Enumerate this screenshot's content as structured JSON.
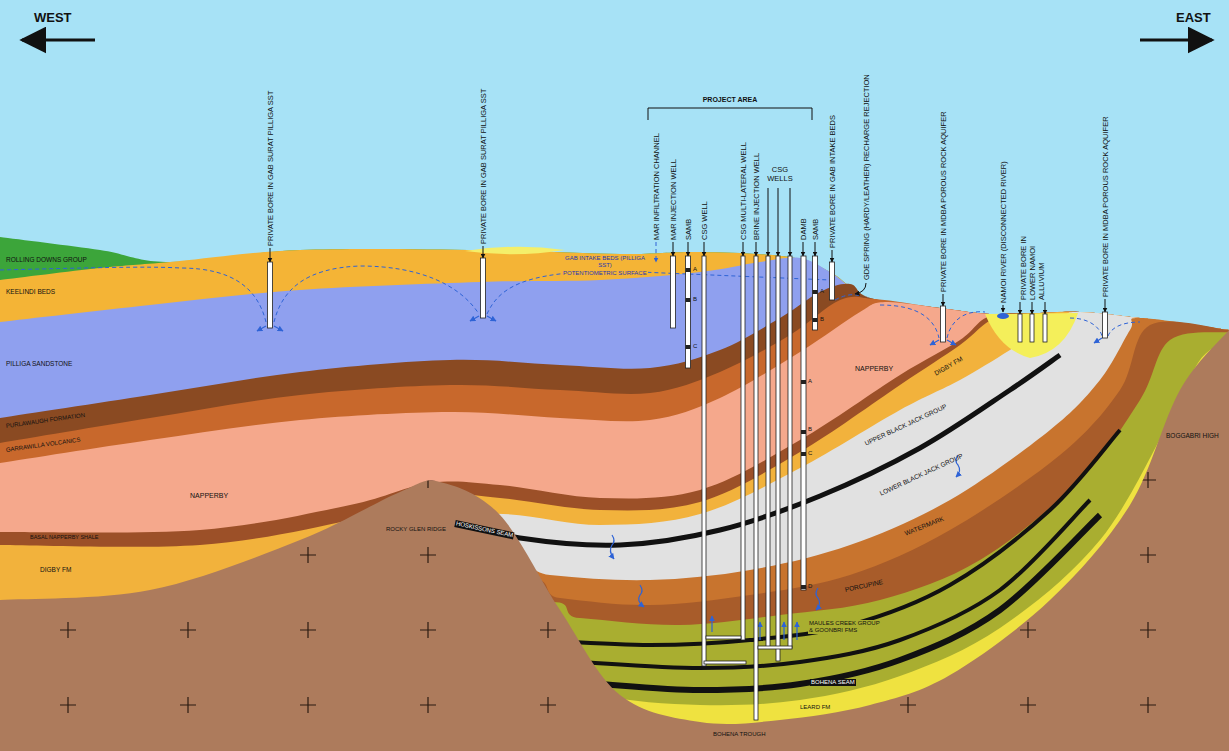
{
  "diagram": {
    "labels": [
      "WEST",
      "EAST",
      "PRIVATE BORE IN GAB SURAT PILLIGA SST",
      "PRIVATE BORE IN GAB SURAT PILLIGA SST",
      "PROJECT AREA",
      "MAR INFILTRATION CHANNEL",
      "MAR INJECTION WELL",
      "SAMB",
      "CSG WELL",
      "CSG MULTI-LATERAL WELL",
      "BRINE INJECTION WELL",
      "CSG WELLS",
      "DAMB",
      "SAMB",
      "PRIVATE BORE IN GAB INTAKE BEDS",
      "GDE SPRING (HARDY/LEATHER) RECHARGE REJECTION",
      "PRIVATE BORE IN MDBA POROUS ROCK AQUIFER",
      "NAMOI RIVER (DISCONNECTED RIVER)",
      "PRIVATE BORE IN LOWER NAMOI ALLUVIUM",
      "PRIVATE BORE IN MDBA POROUS ROCK AQUIFER",
      "ROLLING DOWNS GROUP",
      "KEELINDI BEDS",
      "PILLIGA SANDSTONE",
      "PURLAWAUGH FORMATION",
      "GARRAWILLA VOLCANICS",
      "NAPPERBY",
      "BASAL NAPPERBY SHALE",
      "DIGBY FM",
      "ROCKY GLEN RIDGE",
      "HOSKISSONS SEAM",
      "GAB INTAKE BEDS (PILLIGA SST)",
      "POTENTIOMETRIC SURFACE",
      "NAPPERBY",
      "DIGBY FM",
      "UPPER BLACK JACK GROUP",
      "LOWER BLACK JACK GROUP",
      "WATERMARK",
      "PORCUPINE",
      "MAULES CREEK GROUP & GOONBRI FMS",
      "BOHENA SEAM",
      "LEARD FM",
      "BOHENA TROUGH",
      "BOGGABRI HIGH",
      "A",
      "B",
      "C",
      "A",
      "B",
      "C",
      "D",
      "A",
      "B"
    ]
  }
}
